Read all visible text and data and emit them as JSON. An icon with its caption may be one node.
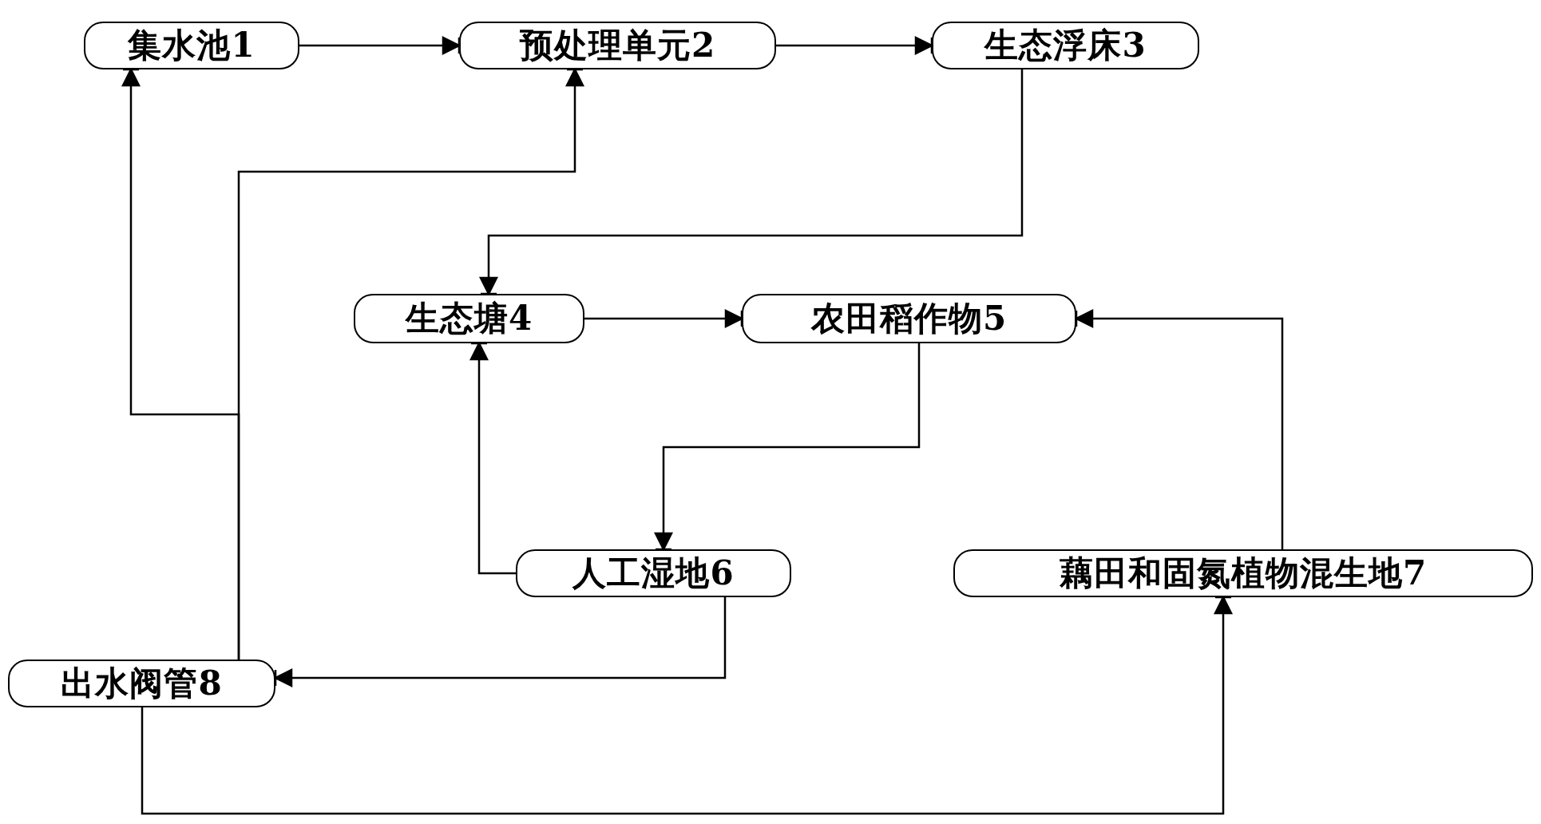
{
  "diagram": {
    "nodes": [
      {
        "text": [
          "集水池1"
        ]
      },
      {
        "text": [
          "预处理单元2"
        ]
      },
      {
        "text": [
          "生态浮床3"
        ]
      },
      {
        "text": [
          "生态塘4"
        ]
      },
      {
        "text": [
          "农田稻作物5"
        ]
      },
      {
        "text": [
          "人工湿地6"
        ]
      },
      {
        "text": [
          "藕田和固氮植物混生地7"
        ]
      },
      {
        "text": [
          "出水阀管8"
        ]
      }
    ],
    "edges": [
      {
        "from": 0,
        "to": 1,
        "arrow": "to"
      },
      {
        "from": 1,
        "to": 2,
        "arrow": "to"
      },
      {
        "from": 2,
        "to": 3,
        "arrow": "to"
      },
      {
        "from": 3,
        "to": 4,
        "arrow": "to"
      },
      {
        "from": 4,
        "to": 5,
        "arrow": "to"
      },
      {
        "from": 5,
        "to": 3,
        "arrow": "to"
      },
      {
        "from": 5,
        "to": 7,
        "arrow": "to"
      },
      {
        "from": 7,
        "to": 0,
        "arrow": "to"
      },
      {
        "from": 7,
        "to": 1,
        "arrow": "to"
      },
      {
        "from": 7,
        "to": 6,
        "arrow": "to"
      },
      {
        "from": 6,
        "to": 4,
        "arrow": "to"
      }
    ]
  }
}
